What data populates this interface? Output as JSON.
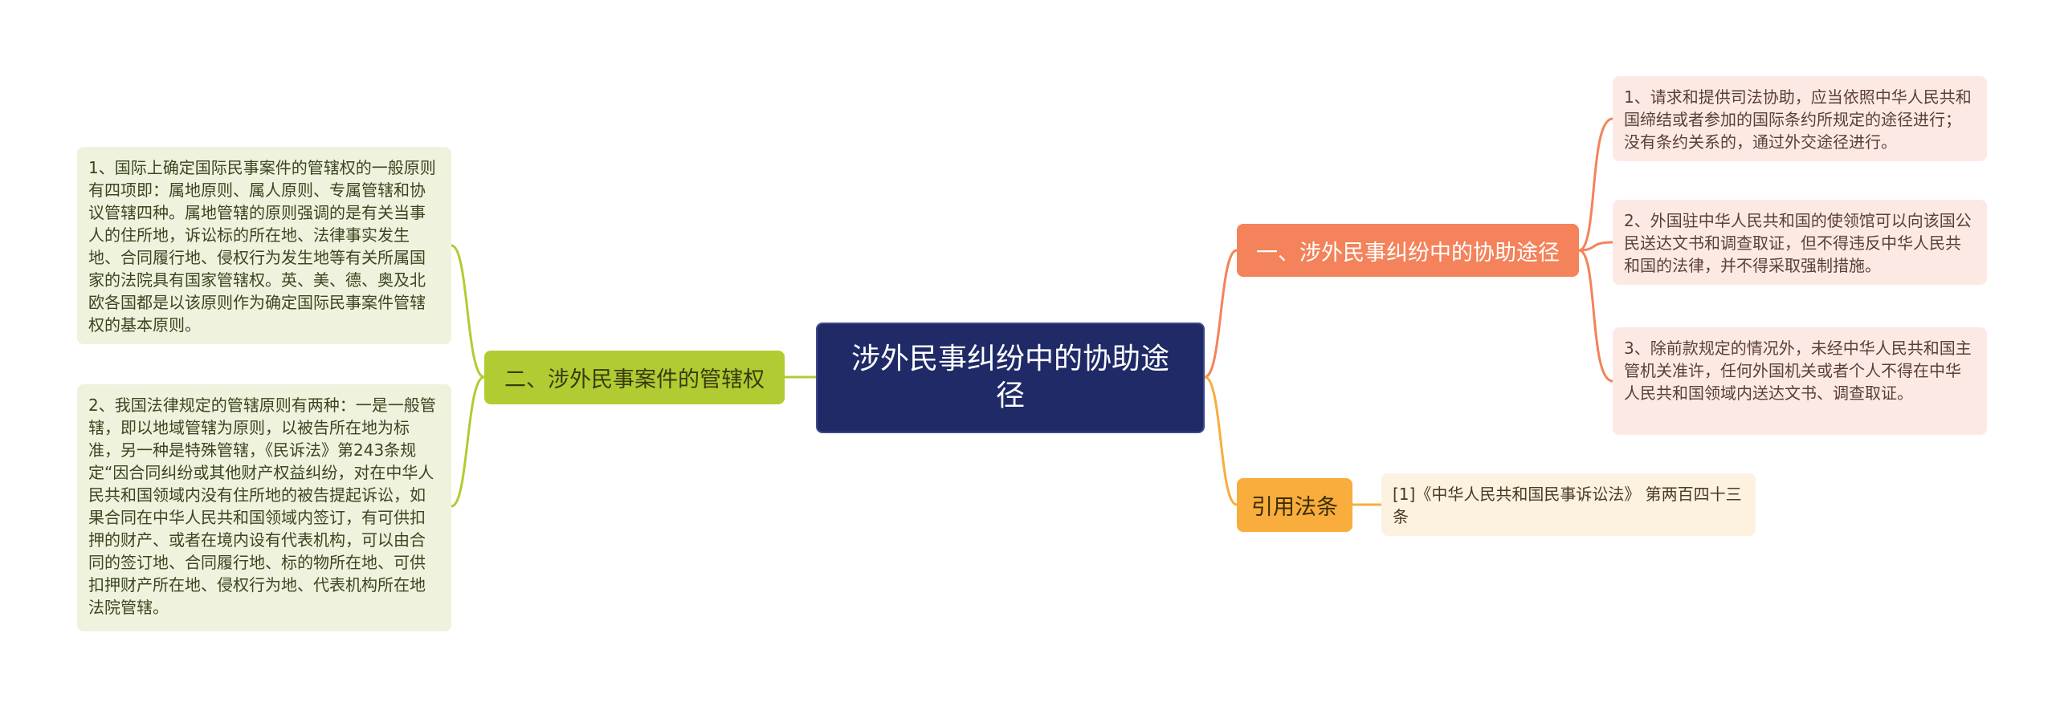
{
  "root": {
    "title": "涉外民事纠纷中的协助途径"
  },
  "branches": {
    "assistance": {
      "label": "一、涉外民事纠纷中的协助途径",
      "items": [
        "1、请求和提供司法协助，应当依照中华人民共和国缔结或者参加的国际条约所规定的途径进行；没有条约关系的，通过外交途径进行。",
        "2、外国驻中华人民共和国的使领馆可以向该国公民送达文书和调查取证，但不得违反中华人民共和国的法律，并不得采取强制措施。",
        "3、除前款规定的情况外，未经中华人民共和国主管机关准许，任何外国机关或者个人不得在中华人民共和国领域内送达文书、调查取证。"
      ]
    },
    "jurisdiction": {
      "label": "二、涉外民事案件的管辖权",
      "items": [
        "1、国际上确定国际民事案件的管辖权的一般原则有四项即：属地原则、属人原则、专属管辖和协议管辖四种。属地管辖的原则强调的是有关当事人的住所地，诉讼标的所在地、法律事实发生地、合同履行地、侵权行为发生地等有关所属国家的法院具有国家管辖权。英、美、德、奥及北欧各国都是以该原则作为确定国际民事案件管辖权的基本原则。",
        "2、我国法律规定的管辖原则有两种：一是一般管辖，即以地域管辖为原则，以被告所在地为标准，另一种是特殊管辖，《民诉法》第243条规定“因合同纠纷或其他财产权益纠纷，对在中华人民共和国领域内没有住所地的被告提起诉讼，如果合同在中华人民共和国领域内签订，有可供扣押的财产、或者在境内设有代表机构，可以由合同的签订地、合同履行地、标的物所在地、可供扣押财产所在地、侵权行为地、代表机构所在地法院管辖。"
      ]
    },
    "citation": {
      "label": "引用法条",
      "items": [
        "[1]《中华人民共和国民事诉讼法》 第两百四十三条"
      ]
    }
  },
  "colors": {
    "root": "#1f2a66",
    "branch_assistance": "#f4825a",
    "branch_jurisdiction": "#b1cc32",
    "branch_citation": "#f8ad3c",
    "leaf_assistance": "#fde9e4",
    "leaf_jurisdiction": "#eff3dd",
    "leaf_citation": "#fdf1e0"
  }
}
